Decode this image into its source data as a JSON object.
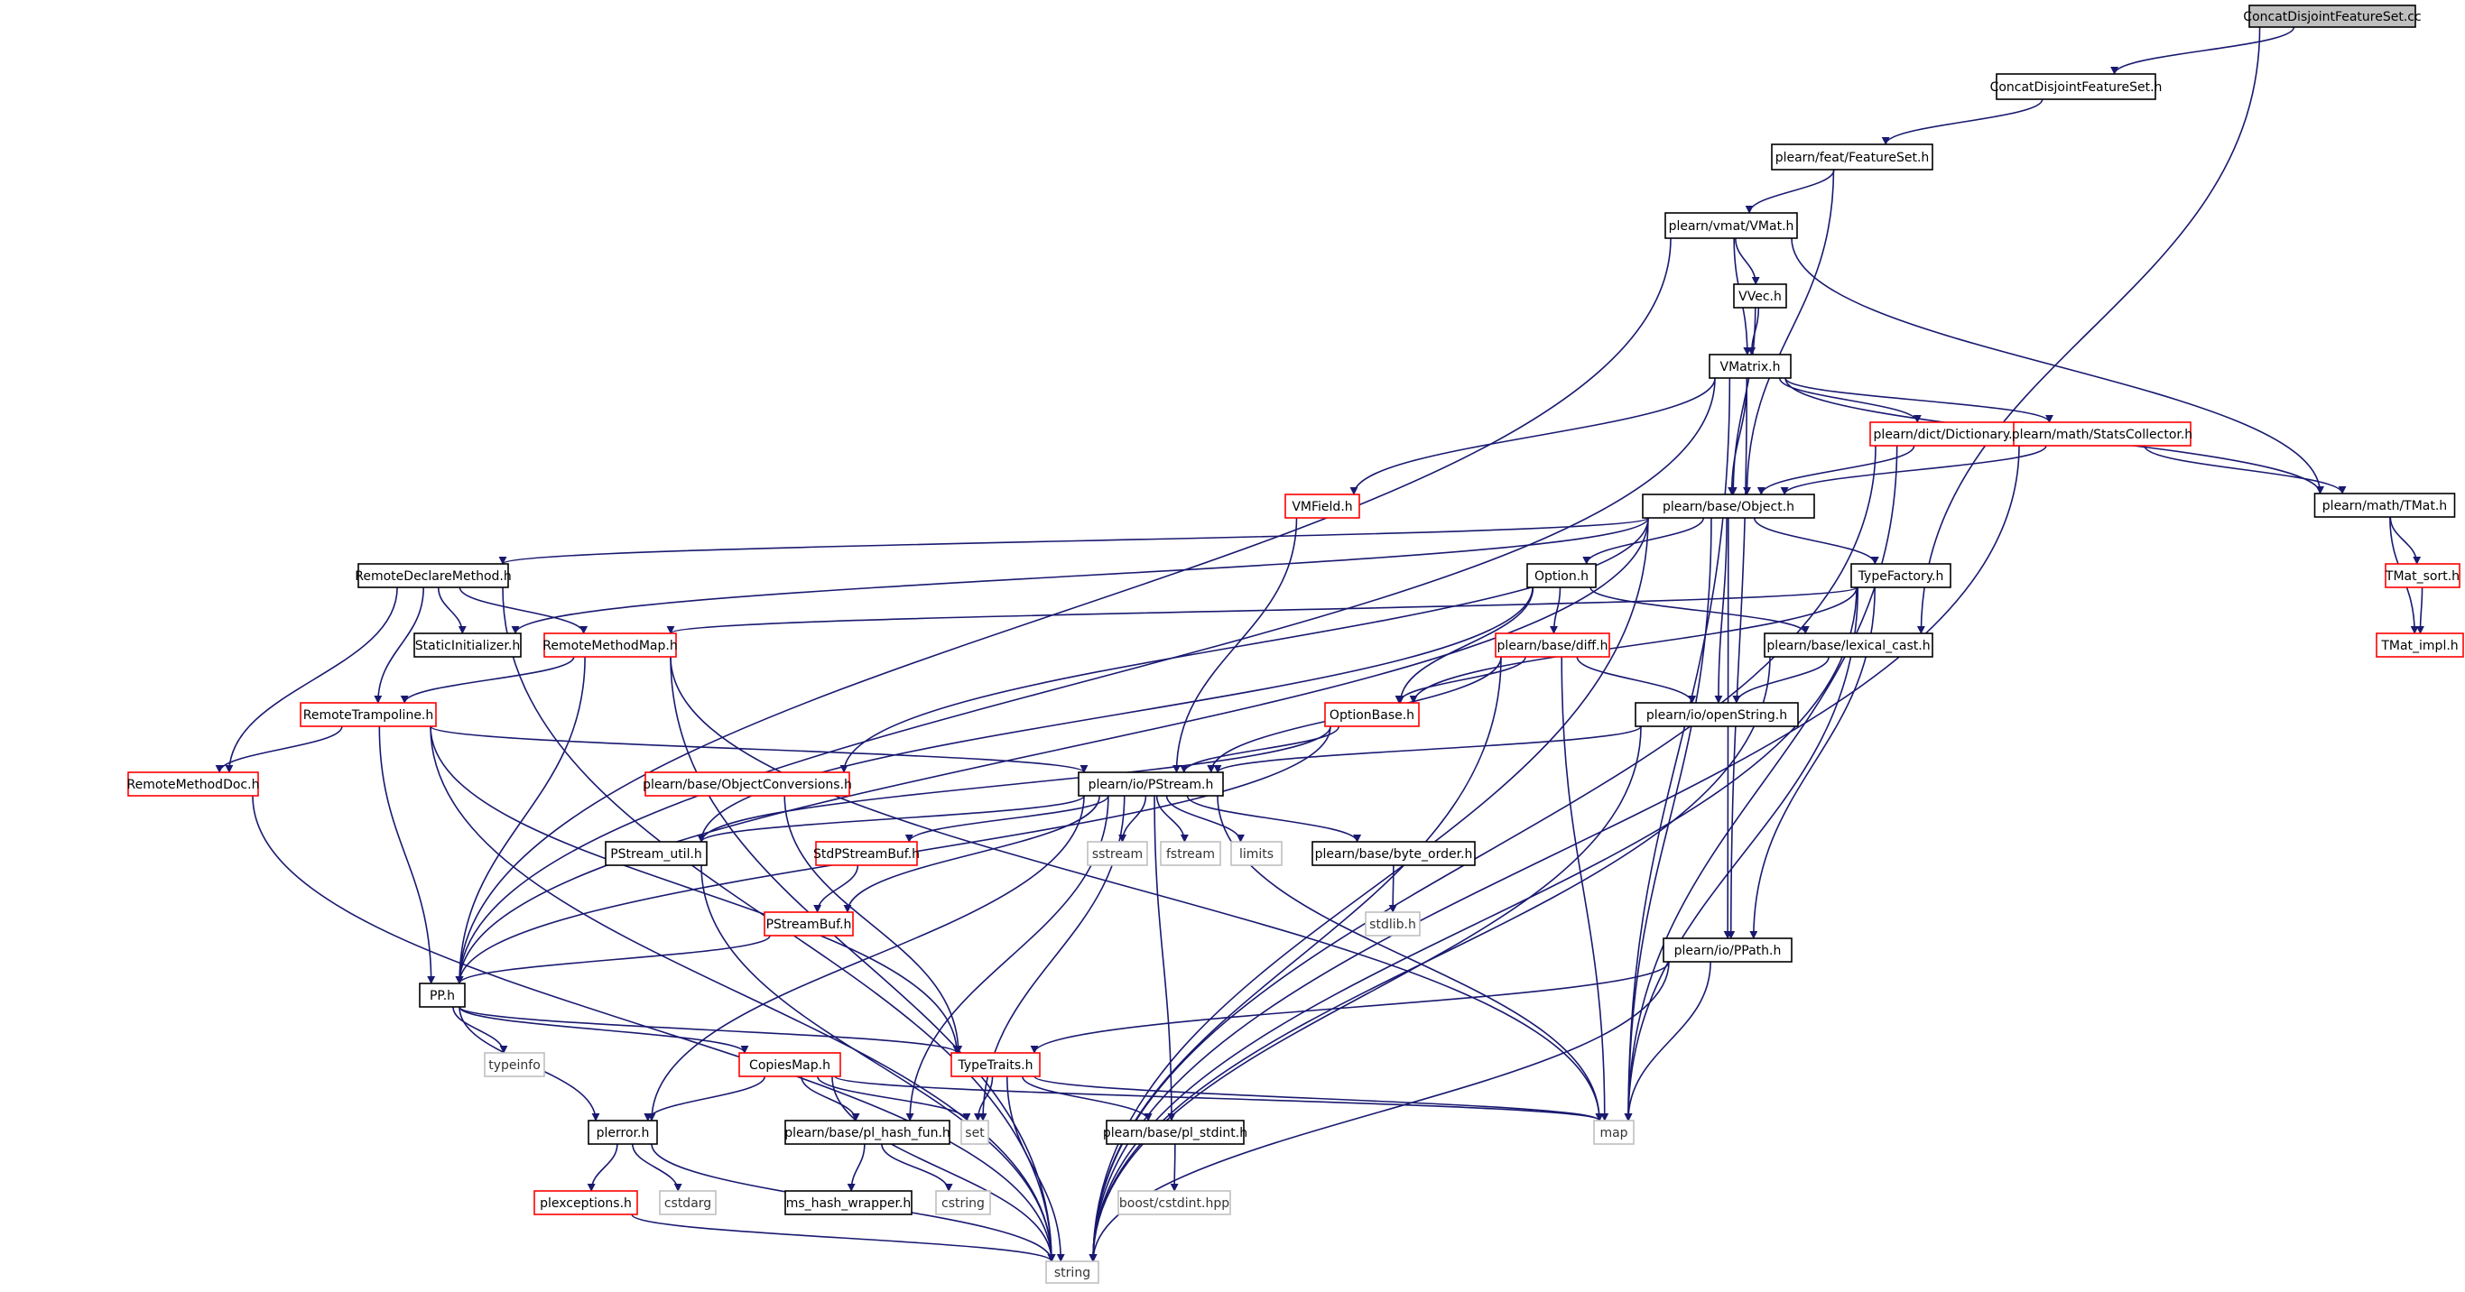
{
  "diagram": {
    "type": "include-dependency-graph",
    "colors": {
      "edge": "#191970",
      "root_fill": "#bfbfbf",
      "black_border": "#000000",
      "red_border": "#ff0000",
      "grey_border": "#bfbfbf"
    },
    "nodes": [
      {
        "id": "root",
        "label": "ConcatDisjointFeatureSet.cc",
        "style": "root"
      },
      {
        "id": "cdfs_h",
        "label": "ConcatDisjointFeatureSet.h",
        "style": "black"
      },
      {
        "id": "featureset",
        "label": "plearn/feat/FeatureSet.h",
        "style": "black"
      },
      {
        "id": "vmat",
        "label": "plearn/vmat/VMat.h",
        "style": "black"
      },
      {
        "id": "vvec",
        "label": "VVec.h",
        "style": "black"
      },
      {
        "id": "vmatrix",
        "label": "VMatrix.h",
        "style": "black"
      },
      {
        "id": "dictionary",
        "label": "plearn/dict/Dictionary.h",
        "style": "red"
      },
      {
        "id": "statscollector",
        "label": "plearn/math/StatsCollector.h",
        "style": "red"
      },
      {
        "id": "tmat",
        "label": "plearn/math/TMat.h",
        "style": "black"
      },
      {
        "id": "vmfield",
        "label": "VMField.h",
        "style": "red"
      },
      {
        "id": "object",
        "label": "plearn/base/Object.h",
        "style": "black"
      },
      {
        "id": "tmatsort",
        "label": "TMat_sort.h",
        "style": "red"
      },
      {
        "id": "tmatimpl",
        "label": "TMat_impl.h",
        "style": "red"
      },
      {
        "id": "remotedeclare",
        "label": "RemoteDeclareMethod.h",
        "style": "black"
      },
      {
        "id": "option",
        "label": "Option.h",
        "style": "black"
      },
      {
        "id": "typefactory",
        "label": "TypeFactory.h",
        "style": "black"
      },
      {
        "id": "staticinit",
        "label": "StaticInitializer.h",
        "style": "black"
      },
      {
        "id": "remotemethodmap",
        "label": "RemoteMethodMap.h",
        "style": "red"
      },
      {
        "id": "diff",
        "label": "plearn/base/diff.h",
        "style": "red"
      },
      {
        "id": "lexicalcast",
        "label": "plearn/base/lexical_cast.h",
        "style": "black"
      },
      {
        "id": "remotetrampoline",
        "label": "RemoteTrampoline.h",
        "style": "red"
      },
      {
        "id": "optionbase",
        "label": "OptionBase.h",
        "style": "red"
      },
      {
        "id": "openstring",
        "label": "plearn/io/openString.h",
        "style": "black"
      },
      {
        "id": "remotemethoddoc",
        "label": "RemoteMethodDoc.h",
        "style": "red"
      },
      {
        "id": "objectconversions",
        "label": "plearn/base/ObjectConversions.h",
        "style": "red"
      },
      {
        "id": "pstream",
        "label": "plearn/io/PStream.h",
        "style": "black"
      },
      {
        "id": "pstreamutil",
        "label": "PStream_util.h",
        "style": "black"
      },
      {
        "id": "stdpstreambuf",
        "label": "StdPStreamBuf.h",
        "style": "red"
      },
      {
        "id": "sstream",
        "label": "sstream",
        "style": "grey"
      },
      {
        "id": "fstream",
        "label": "fstream",
        "style": "grey"
      },
      {
        "id": "limits",
        "label": "limits",
        "style": "grey"
      },
      {
        "id": "byteorder",
        "label": "plearn/base/byte_order.h",
        "style": "black"
      },
      {
        "id": "pstreambuf",
        "label": "PStreamBuf.h",
        "style": "red"
      },
      {
        "id": "stdlib",
        "label": "stdlib.h",
        "style": "grey"
      },
      {
        "id": "pp",
        "label": "PP.h",
        "style": "black"
      },
      {
        "id": "ppath",
        "label": "plearn/io/PPath.h",
        "style": "black"
      },
      {
        "id": "typeinfo",
        "label": "typeinfo",
        "style": "grey"
      },
      {
        "id": "copiesmap",
        "label": "CopiesMap.h",
        "style": "red"
      },
      {
        "id": "typetraits",
        "label": "TypeTraits.h",
        "style": "red"
      },
      {
        "id": "plerror",
        "label": "plerror.h",
        "style": "black"
      },
      {
        "id": "plhashfun",
        "label": "plearn/base/pl_hash_fun.h",
        "style": "black"
      },
      {
        "id": "set",
        "label": "set",
        "style": "grey"
      },
      {
        "id": "plstdint",
        "label": "plearn/base/pl_stdint.h",
        "style": "black"
      },
      {
        "id": "map",
        "label": "map",
        "style": "grey"
      },
      {
        "id": "plexceptions",
        "label": "plexceptions.h",
        "style": "red"
      },
      {
        "id": "cstdarg",
        "label": "cstdarg",
        "style": "grey"
      },
      {
        "id": "mshash",
        "label": "ms_hash_wrapper.h",
        "style": "black"
      },
      {
        "id": "cstring",
        "label": "cstring",
        "style": "grey"
      },
      {
        "id": "boostcstdint",
        "label": "boost/cstdint.hpp",
        "style": "grey"
      },
      {
        "id": "string",
        "label": "string",
        "style": "grey"
      }
    ],
    "edges": [
      [
        "root",
        "cdfs_h"
      ],
      [
        "root",
        "lexicalcast"
      ],
      [
        "cdfs_h",
        "featureset"
      ],
      [
        "featureset",
        "vmat"
      ],
      [
        "featureset",
        "object"
      ],
      [
        "vmat",
        "pp"
      ],
      [
        "vmat",
        "vvec"
      ],
      [
        "vmat",
        "vmatrix"
      ],
      [
        "vmat",
        "tmat"
      ],
      [
        "vvec",
        "vmatrix"
      ],
      [
        "vvec",
        "object"
      ],
      [
        "vmatrix",
        "pp"
      ],
      [
        "vmatrix",
        "vmfield"
      ],
      [
        "vmatrix",
        "map"
      ],
      [
        "vmatrix",
        "object"
      ],
      [
        "vmatrix",
        "ppath"
      ],
      [
        "vmatrix",
        "dictionary"
      ],
      [
        "vmatrix",
        "statscollector"
      ],
      [
        "vmatrix",
        "tmat"
      ],
      [
        "dictionary",
        "object"
      ],
      [
        "dictionary",
        "map"
      ],
      [
        "dictionary",
        "string"
      ],
      [
        "statscollector",
        "object"
      ],
      [
        "statscollector",
        "tmat"
      ],
      [
        "statscollector",
        "string"
      ],
      [
        "tmat",
        "tmatsort"
      ],
      [
        "tmat",
        "tmatimpl"
      ],
      [
        "tmatsort",
        "tmatimpl"
      ],
      [
        "vmfield",
        "pstream"
      ],
      [
        "object",
        "remotedeclare"
      ],
      [
        "object",
        "staticinit"
      ],
      [
        "object",
        "pp"
      ],
      [
        "object",
        "option"
      ],
      [
        "object",
        "typefactory"
      ],
      [
        "object",
        "objectconversions"
      ],
      [
        "object",
        "openstring"
      ],
      [
        "object",
        "ppath"
      ],
      [
        "object",
        "map"
      ],
      [
        "object",
        "string"
      ],
      [
        "remotedeclare",
        "staticinit"
      ],
      [
        "remotedeclare",
        "remotemethodmap"
      ],
      [
        "remotedeclare",
        "remotetrampoline"
      ],
      [
        "remotedeclare",
        "remotemethoddoc"
      ],
      [
        "remotedeclare",
        "string"
      ],
      [
        "option",
        "diff"
      ],
      [
        "option",
        "optionbase"
      ],
      [
        "option",
        "lexicalcast"
      ],
      [
        "option",
        "pstreamutil"
      ],
      [
        "typefactory",
        "remotemethodmap"
      ],
      [
        "typefactory",
        "optionbase"
      ],
      [
        "typefactory",
        "ppath"
      ],
      [
        "typefactory",
        "map"
      ],
      [
        "typefactory",
        "string"
      ],
      [
        "remotemethodmap",
        "remotetrampoline"
      ],
      [
        "remotemethodmap",
        "pp"
      ],
      [
        "remotemethodmap",
        "map"
      ],
      [
        "remotemethodmap",
        "string"
      ],
      [
        "diff",
        "optionbase"
      ],
      [
        "diff",
        "openstring"
      ],
      [
        "diff",
        "pstream"
      ],
      [
        "diff",
        "map"
      ],
      [
        "diff",
        "string"
      ],
      [
        "lexicalcast",
        "openstring"
      ],
      [
        "lexicalcast",
        "string"
      ],
      [
        "remotetrampoline",
        "remotemethoddoc"
      ],
      [
        "remotetrampoline",
        "pp"
      ],
      [
        "remotetrampoline",
        "pstream"
      ],
      [
        "remotetrampoline",
        "typetraits"
      ],
      [
        "remotetrampoline",
        "string"
      ],
      [
        "optionbase",
        "pstream"
      ],
      [
        "optionbase",
        "pp"
      ],
      [
        "optionbase",
        "pstreamutil"
      ],
      [
        "openstring",
        "pstream"
      ],
      [
        "openstring",
        "string"
      ],
      [
        "remotemethoddoc",
        "string"
      ],
      [
        "objectconversions",
        "typetraits"
      ],
      [
        "pstream",
        "pstreamutil"
      ],
      [
        "pstream",
        "stdpstreambuf"
      ],
      [
        "pstream",
        "pstreambuf"
      ],
      [
        "pstream",
        "sstream"
      ],
      [
        "pstream",
        "fstream"
      ],
      [
        "pstream",
        "limits"
      ],
      [
        "pstream",
        "byteorder"
      ],
      [
        "pstream",
        "plerror"
      ],
      [
        "pstream",
        "plhashfun"
      ],
      [
        "pstream",
        "set"
      ],
      [
        "pstream",
        "plstdint"
      ],
      [
        "pstream",
        "map"
      ],
      [
        "pstreamutil",
        "string"
      ],
      [
        "stdpstreambuf",
        "pstreambuf"
      ],
      [
        "pstreambuf",
        "pp"
      ],
      [
        "byteorder",
        "stdlib"
      ],
      [
        "pp",
        "typeinfo"
      ],
      [
        "pp",
        "copiesmap"
      ],
      [
        "pp",
        "typetraits"
      ],
      [
        "pp",
        "plerror"
      ],
      [
        "ppath",
        "typetraits"
      ],
      [
        "ppath",
        "map"
      ],
      [
        "ppath",
        "string"
      ],
      [
        "copiesmap",
        "plerror"
      ],
      [
        "copiesmap",
        "plhashfun"
      ],
      [
        "copiesmap",
        "set"
      ],
      [
        "copiesmap",
        "map"
      ],
      [
        "copiesmap",
        "string"
      ],
      [
        "typetraits",
        "set"
      ],
      [
        "typetraits",
        "map"
      ],
      [
        "typetraits",
        "plstdint"
      ],
      [
        "typetraits",
        "string"
      ],
      [
        "plerror",
        "plexceptions"
      ],
      [
        "plerror",
        "cstdarg"
      ],
      [
        "plerror",
        "string"
      ],
      [
        "plexceptions",
        "string"
      ],
      [
        "plhashfun",
        "mshash"
      ],
      [
        "plhashfun",
        "cstring"
      ],
      [
        "plstdint",
        "boostcstdint"
      ]
    ]
  }
}
